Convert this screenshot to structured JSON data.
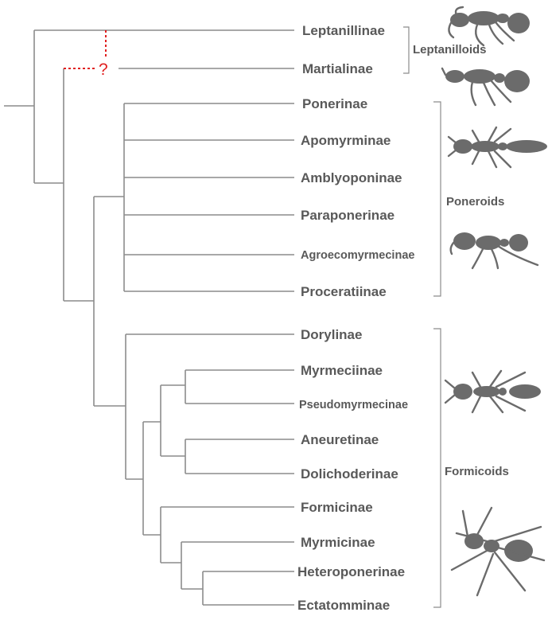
{
  "taxa": {
    "leptanillinae": "Leptanillinae",
    "martialinae": "Martialinae",
    "ponerinae": "Ponerinae",
    "apomyrminae": "Apomyrminae",
    "amblyoponinae": "Amblyoponinae",
    "paraponerinae": "Paraponerinae",
    "agroecomyrmecinae": "Agroecomyrmecinae",
    "proceratiinae": "Proceratiinae",
    "dorylinae": "Dorylinae",
    "myrmeciinae": "Myrmeciinae",
    "pseudomyrmecinae": "Pseudomyrmecinae",
    "aneuretinae": "Aneuretinae",
    "dolichoderinae": "Dolichoderinae",
    "formicinae": "Formicinae",
    "myrmicinae": "Myrmicinae",
    "heteroponerinae": "Heteroponerinae",
    "ectatomminae": "Ectatomminae"
  },
  "groups": {
    "leptanilloids": "Leptanilloids",
    "poneroids": "Poneroids",
    "formicoids": "Formicoids"
  },
  "uncertainty_mark": "?",
  "colors": {
    "text": "#595959",
    "branch": "#8c8c8c",
    "uncertain": "#e02020",
    "silhouette": "#6b6b6b"
  },
  "icons": [
    "leptanilla-ant-icon",
    "martialis-ant-icon",
    "apomyrma-ant-icon",
    "agroecomyrmex-ant-icon",
    "myrmecia-ant-icon",
    "formicoid-ant-icon"
  ]
}
